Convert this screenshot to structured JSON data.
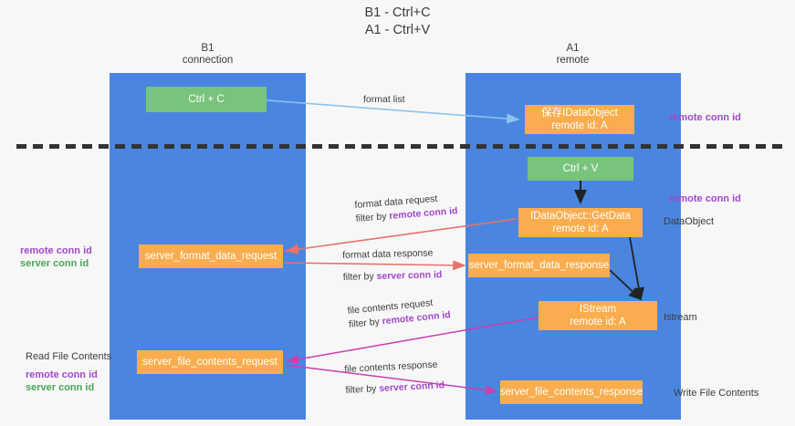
{
  "title": {
    "line1": "B1 - Ctrl+C",
    "line2": "A1 - Ctrl+V"
  },
  "columns": {
    "left": {
      "name": "B1",
      "sub": "connection"
    },
    "right": {
      "name": "A1",
      "sub": "remote"
    }
  },
  "nodes": {
    "ctrl_c": {
      "line1": "Ctrl + C",
      "line2": ""
    },
    "save_dataobject": {
      "line1": "保存IDataObject",
      "line2": "remote id: A"
    },
    "ctrl_v": {
      "line1": "Ctrl + V",
      "line2": ""
    },
    "getdata": {
      "line1": "IDataObject::GetData",
      "line2": "remote id: A"
    },
    "server_format_data_request": {
      "line1": "server_format_data_request",
      "line2": ""
    },
    "server_format_data_response": {
      "line1": "server_format_data_response",
      "line2": ""
    },
    "istream": {
      "line1": "IStream",
      "line2": "remote id: A"
    },
    "server_file_contents_request": {
      "line1": "server_file_contents_request",
      "line2": ""
    },
    "server_file_contents_response": {
      "line1": "server_file_contents_response",
      "line2": ""
    }
  },
  "edge_labels": {
    "format_list": "format list",
    "format_data_request": {
      "line1": "format data request",
      "filter_prefix": "filter by ",
      "filter_key": "remote conn id"
    },
    "format_data_response": {
      "line1": "format data response",
      "filter_prefix": "filter by ",
      "filter_key": "server conn id"
    },
    "file_contents_request": {
      "line1": "file contents request",
      "filter_prefix": "filter by ",
      "filter_key": "remote conn id"
    },
    "file_contents_response": {
      "line1": "file contents response",
      "filter_prefix": "filter by ",
      "filter_key": "server conn id"
    }
  },
  "annotations": {
    "right_top_remote_conn_id": "remote conn id",
    "right_mid_remote_conn_id": "remote conn id",
    "right_dataobject": "DataObject",
    "right_istream": "Istream",
    "right_write_file_contents": "Write File Contents",
    "left_conn_ids": {
      "remote": "remote conn id",
      "server": "server conn id"
    },
    "left_read_file_contents": "Read File Contents",
    "left_file_conn_ids": {
      "remote": "remote conn id",
      "server": "server conn id"
    }
  },
  "colors": {
    "lane": "#4a86e0",
    "green_node": "#78c47c",
    "orange_node": "#f9ad4e",
    "remote_conn_id": "#a347c9",
    "server_conn_id": "#4aa657",
    "arrow_blue": "#8fc2ea",
    "arrow_red": "#e8736a",
    "arrow_magenta": "#c93fb0",
    "arrow_purple": "#a347c9",
    "arrow_black": "#222222",
    "divider": "#333333",
    "background": "#f7f7f7"
  }
}
